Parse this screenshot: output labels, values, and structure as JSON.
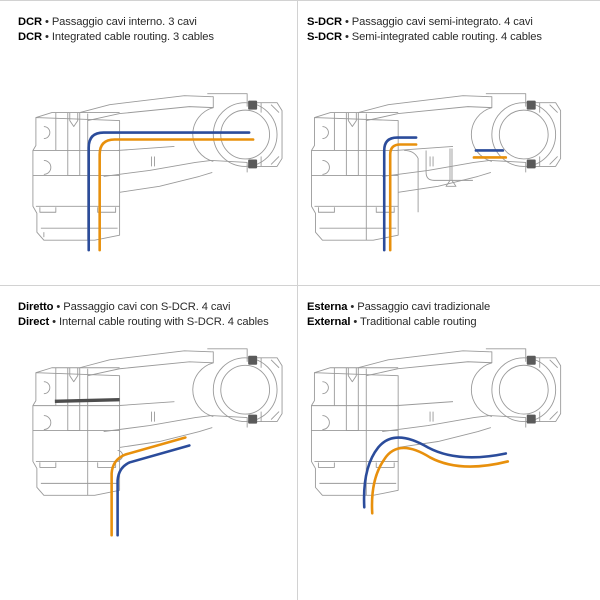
{
  "page": {
    "background": "#ffffff",
    "divider_color": "#d2d2d2",
    "line_color": "#9a9a9a",
    "bolt_color": "#555555"
  },
  "colors": {
    "cable_blue": "#2B4C9B",
    "cable_orange": "#E8900C",
    "outline": "#8f8f8f",
    "outline_light": "#b4b4b4",
    "dark_part": "#4d4d4d"
  },
  "panels": [
    {
      "id": "dcr",
      "position": "top-left",
      "code_it": "DCR",
      "code_en": "DCR",
      "separator": "•",
      "text_it": "Passaggio cavi interno. 3 cavi",
      "text_en": "Integrated cable routing. 3 cables",
      "cable_count": 3,
      "routing": "fully-internal"
    },
    {
      "id": "s-dcr",
      "position": "top-right",
      "code_it": "S-DCR",
      "code_en": "S-DCR",
      "separator": "•",
      "text_it": "Passaggio cavi semi-integrato. 4 cavi",
      "text_en": "Semi-integrated cable routing. 4 cables",
      "cable_count": 4,
      "routing": "semi-integrated"
    },
    {
      "id": "diretto",
      "position": "bottom-left",
      "code_it": "Diretto",
      "code_en": "Direct",
      "separator": "•",
      "text_it": "Passaggio cavi con S-DCR. 4 cavi",
      "text_en": "Internal cable routing with S-DCR. 4 cables",
      "cable_count": 4,
      "routing": "direct-with-s-dcr"
    },
    {
      "id": "esterna",
      "position": "bottom-right",
      "code_it": "Esterna",
      "code_en": "External",
      "separator": "•",
      "text_it": "Passaggio cavi tradizionale",
      "text_en": "Traditional cable routing",
      "cable_count": 2,
      "routing": "external"
    }
  ]
}
